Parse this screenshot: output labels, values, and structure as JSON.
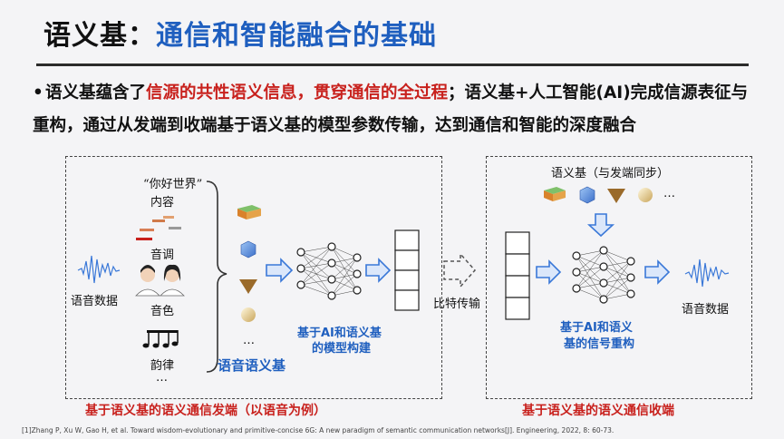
{
  "title": {
    "part1": "语义基：",
    "part2": "通信和智能融合的基础"
  },
  "bullet": {
    "lead": "语义基蕴含了",
    "highlight": "信源的共性语义信息，贯穿通信的全过程",
    "tail": "；语义基+人工智能(AI)完成信源表征与重构，通过从发端到收端基于语义基的模型参数传输，达到通信和智能的深度融合"
  },
  "sender": {
    "hello_world": "“你好世界”",
    "content": "内容",
    "tone": "音调",
    "timbre": "音色",
    "rhythm": "韵律",
    "ellipsis": "…",
    "speech_data": "语音数据",
    "speech_semantic_base": "语音语义基",
    "model_build_1": "基于AI和语义基",
    "model_build_2": "的模型构建",
    "caption": "基于语义基的语义通信发端（以语音为例）"
  },
  "transfer": {
    "label": "比特传输"
  },
  "receiver": {
    "sync_label": "语义基（与发端同步）",
    "ellipsis": "…",
    "recon_1": "基于AI和语义",
    "recon_2": "基的信号重构",
    "speech_data": "语音数据",
    "caption": "基于语义基的语义通信收端"
  },
  "footnote": "[1]Zhang P, Xu W, Gao H, et al. Toward wisdom-evolutionary and primitive-concise 6G: A new paradigm of semantic communication networks[J]. Engineering, 2022, 8: 60-73.",
  "colors": {
    "accent_blue": "#1f5fbf",
    "accent_red": "#c8211d",
    "arrow_blue": "#3a78d8"
  },
  "icons": [
    "waveform-icon",
    "cube-icon",
    "hexagon-icon",
    "cone-icon",
    "sphere-icon",
    "people-icon",
    "music-notes-icon",
    "neural-network-icon",
    "arrow-right-icon"
  ]
}
